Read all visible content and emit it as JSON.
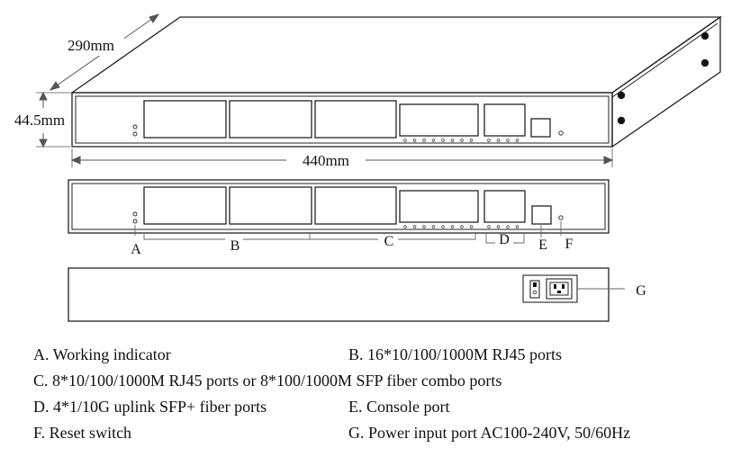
{
  "dimensions": {
    "depth": "290mm",
    "height": "44.5mm",
    "width": "440mm"
  },
  "callouts": {
    "a": "A",
    "b": "B",
    "c": "C",
    "d": "D",
    "e": "E",
    "f": "F",
    "g": "G"
  },
  "legend": {
    "a": "A. Working indicator",
    "b": "B. 16*10/100/1000M RJ45 ports",
    "c": "C. 8*10/100/1000M RJ45 ports or 8*100/1000M SFP fiber combo ports",
    "d": "D. 4*1/10G uplink SFP+ fiber ports",
    "e": "E. Console port",
    "f": "F. Reset switch",
    "g": "G. Power input port AC100-240V, 50/60Hz"
  }
}
